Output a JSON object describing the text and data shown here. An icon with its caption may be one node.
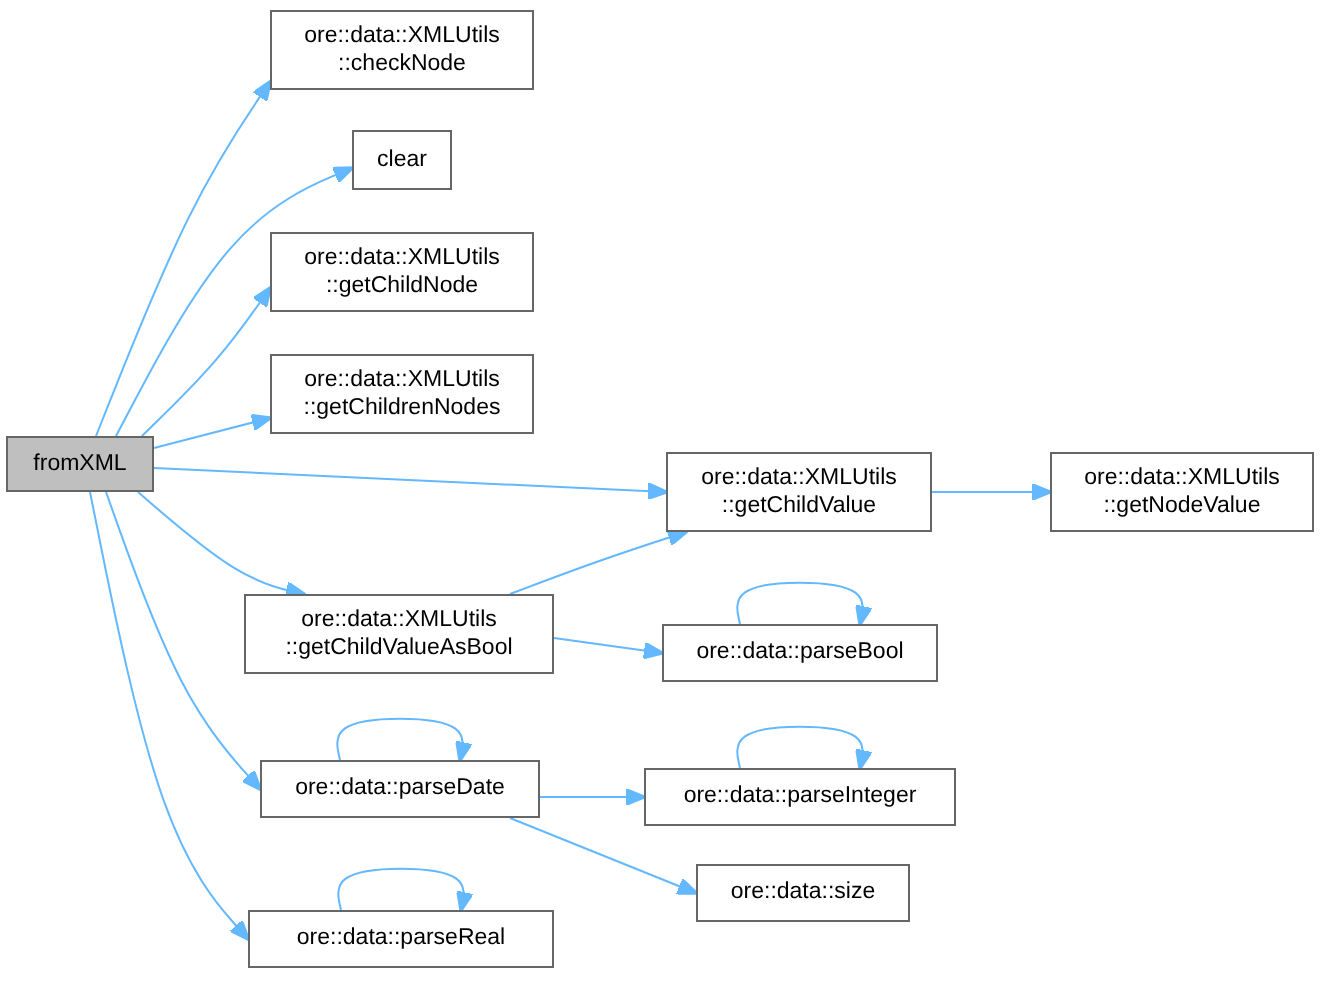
{
  "diagram": {
    "nodes": [
      {
        "text": [
          "fromXML"
        ]
      },
      {
        "text": [
          "ore::data::XMLUtils ::checkNode"
        ]
      },
      {
        "text": [
          "clear"
        ]
      },
      {
        "text": [
          "ore::data::XMLUtils ::getChildNode"
        ]
      },
      {
        "text": [
          "ore::data::XMLUtils ::getChildrenNodes"
        ]
      },
      {
        "text": [
          "ore::data::XMLUtils ::getChildValue"
        ]
      },
      {
        "text": [
          "ore::data::XMLUtils ::getNodeValue"
        ]
      },
      {
        "text": [
          "ore::data::XMLUtils ::getChildValueAsBool"
        ]
      },
      {
        "text": [
          "ore::data::parseBool"
        ]
      },
      {
        "text": [
          "ore::data::parseDate"
        ]
      },
      {
        "text": [
          "ore::data::parseInteger"
        ]
      },
      {
        "text": [
          "ore::data::parseReal"
        ]
      },
      {
        "text": [
          "ore::data::size"
        ]
      }
    ],
    "edges": [
      {
        "from": 0,
        "to": 1,
        "arrow": "to"
      },
      {
        "from": 0,
        "to": 2,
        "arrow": "to"
      },
      {
        "from": 0,
        "to": 3,
        "arrow": "to"
      },
      {
        "from": 0,
        "to": 4,
        "arrow": "to"
      },
      {
        "from": 0,
        "to": 5,
        "arrow": "to"
      },
      {
        "from": 0,
        "to": 7,
        "arrow": "to"
      },
      {
        "from": 0,
        "to": 9,
        "arrow": "to"
      },
      {
        "from": 0,
        "to": 11,
        "arrow": "to"
      },
      {
        "from": 5,
        "to": 6,
        "arrow": "to"
      },
      {
        "from": 7,
        "to": 5,
        "arrow": "to"
      },
      {
        "from": 7,
        "to": 8,
        "arrow": "to"
      },
      {
        "from": 8,
        "to": 8,
        "arrow": "to"
      },
      {
        "from": 9,
        "to": 9,
        "arrow": "to"
      },
      {
        "from": 9,
        "to": 10,
        "arrow": "to"
      },
      {
        "from": 9,
        "to": 12,
        "arrow": "to"
      },
      {
        "from": 10,
        "to": 10,
        "arrow": "to"
      },
      {
        "from": 11,
        "to": 11,
        "arrow": "to"
      }
    ]
  }
}
